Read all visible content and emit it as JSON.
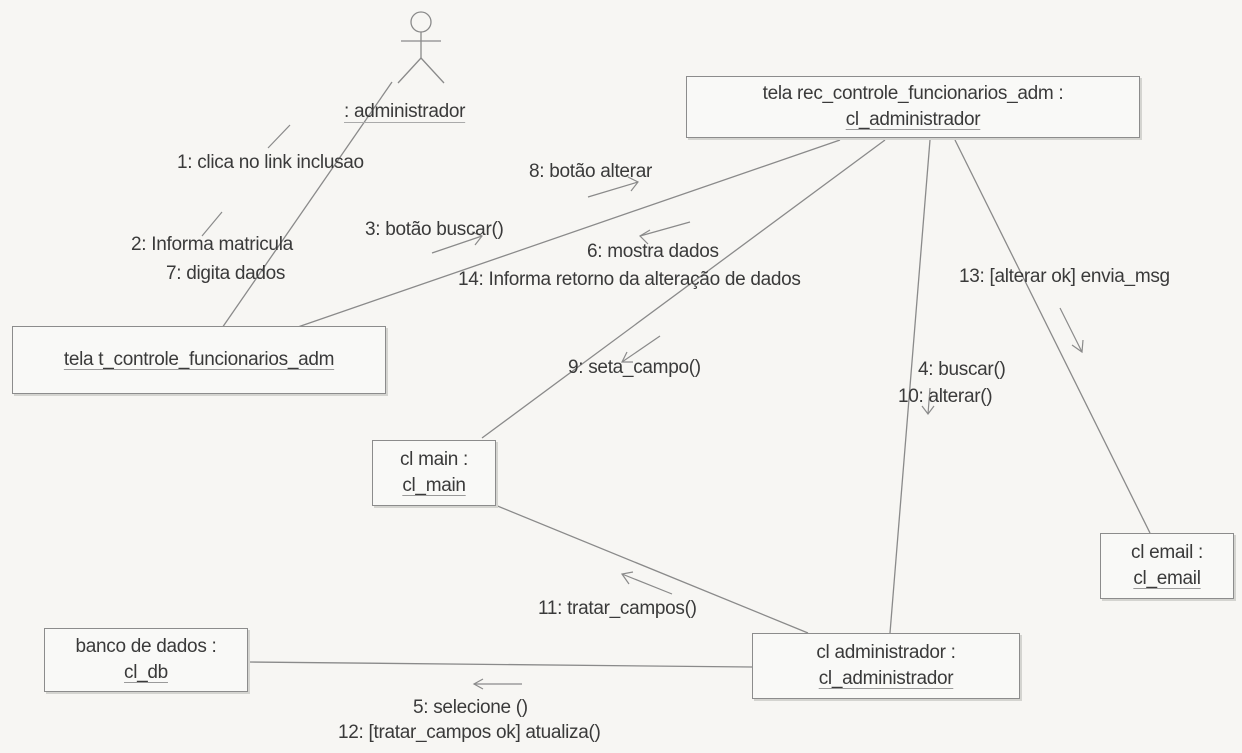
{
  "actor": {
    "name": ": administrador"
  },
  "objects": {
    "tela_rec": {
      "line1": "tela rec_controle_funcionarios_adm :",
      "line2": "cl_administrador"
    },
    "tela_t": {
      "line1": "tela t_controle_funcionarios_adm"
    },
    "cl_main": {
      "line1": "cl main :",
      "line2": "cl_main"
    },
    "cl_email": {
      "line1": "cl email :",
      "line2": "cl_email"
    },
    "banco": {
      "line1": "banco de dados :",
      "line2": "cl_db"
    },
    "cl_admin": {
      "line1": "cl administrador :",
      "line2": "cl_administrador"
    }
  },
  "messages": {
    "m1": "1: clica no link inclusao",
    "m2": "2: Informa matricula",
    "m7": "7: digita dados",
    "m3": "3: botão buscar()",
    "m8": "8: botão alterar",
    "m6": "6: mostra dados",
    "m14": "14: Informa retorno da alteração de dados",
    "m13": "13: [alterar ok] envia_msg",
    "m9": "9: seta_campo()",
    "m4": "4: buscar()",
    "m10": "10: alterar()",
    "m11": "11: tratar_campos()",
    "m5": "5: selecione ()",
    "m12": "12: [tratar_campos ok] atualiza()"
  }
}
